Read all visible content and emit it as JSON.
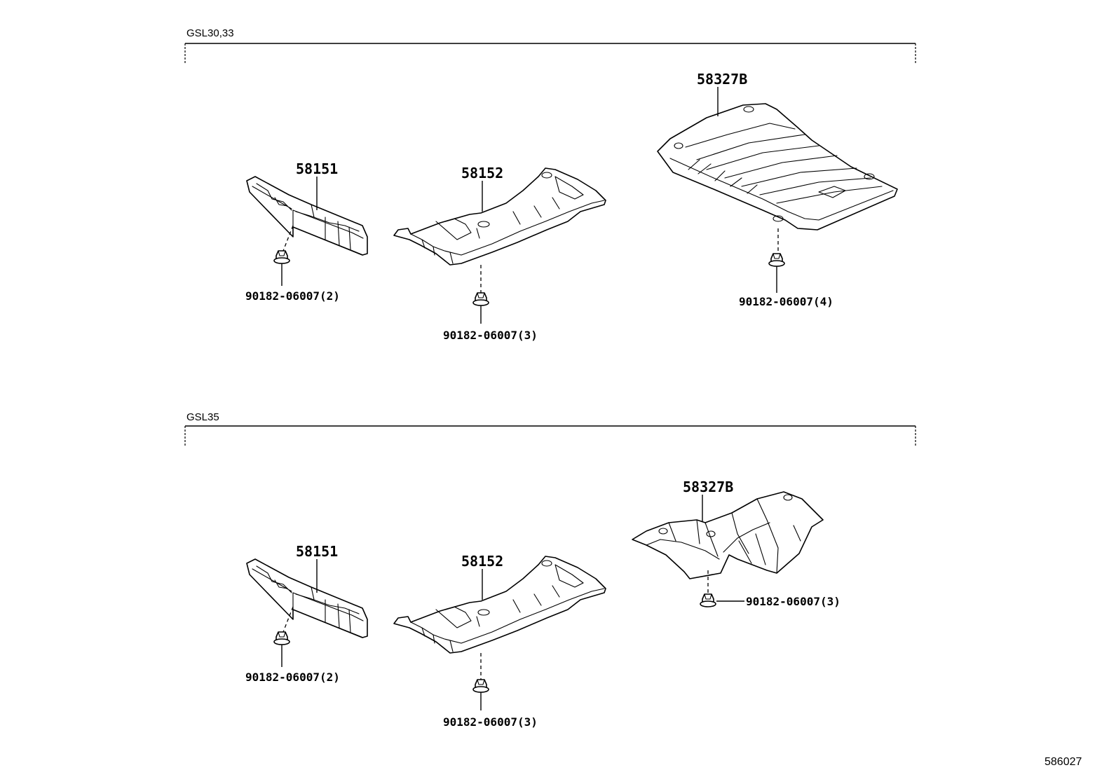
{
  "groups": [
    {
      "label": "GSL30,33",
      "parts": {
        "left_shield": "58151",
        "center_shield": "58152",
        "rear_shield": "58327B"
      },
      "fasteners": {
        "left": "90182-06007(2)",
        "center": "90182-06007(3)",
        "rear": "90182-06007(4)"
      }
    },
    {
      "label": "GSL35",
      "parts": {
        "left_shield": "58151",
        "center_shield": "58152",
        "rear_shield": "58327B"
      },
      "fasteners": {
        "left": "90182-06007(2)",
        "center": "90182-06007(3)",
        "rear": "90182-06007(3)"
      }
    }
  ],
  "reference_code": "586027"
}
